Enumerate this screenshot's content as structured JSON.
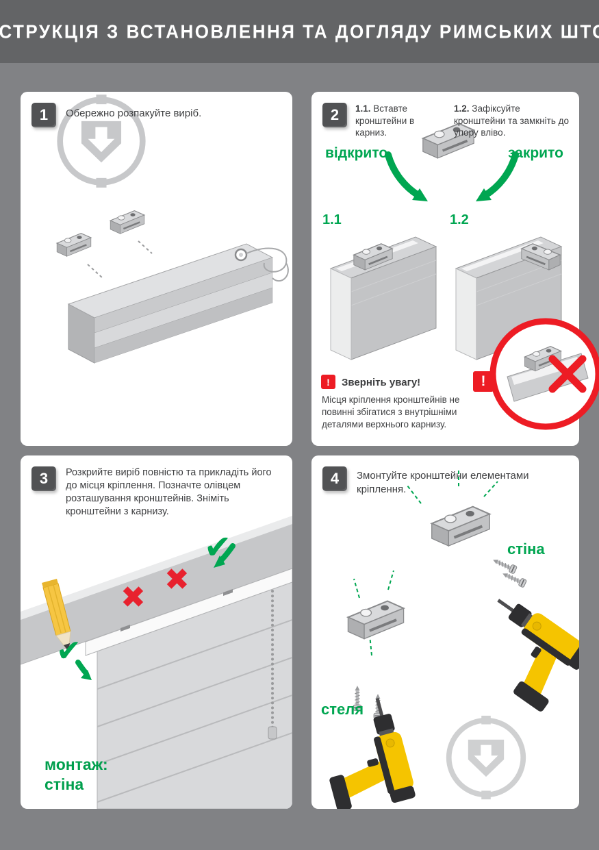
{
  "header": {
    "title": "ІНСТРУКЦІЯ З ВСТАНОВЛЕННЯ ТА ДОГЛЯДУ РИМСЬКИХ ШТОР"
  },
  "icons": {
    "warning": "!",
    "check": "✔",
    "cross": "✖"
  },
  "colors": {
    "background": "#818285",
    "header": "#636466",
    "accent_green": "#00a651",
    "accent_red": "#ed1c24",
    "text": "#3e3f41"
  },
  "steps": {
    "step1": {
      "number": "1",
      "text": "Обережно розпакуйте виріб."
    },
    "step2": {
      "number": "2",
      "instr1_num": "1.1.",
      "instr1_text": "Вставте кронштейни в карниз.",
      "instr2_num": "1.2.",
      "instr2_text": "Зафіксуйте кронштейни та замкніть до упору вліво.",
      "label_open": "відкрито",
      "label_closed": "закрито",
      "fig1_label": "1.1",
      "fig2_label": "1.2",
      "warning_title": "Зверніть увагу!",
      "warning_text": "Місця кріплення кронштейнів не повинні збігатися з внутрішніми деталями верхнього карнизу."
    },
    "step3": {
      "number": "3",
      "text": "Розкрийте виріб повністю та прикладіть його до місця кріплення. Позначте олівцем розташування кронштейнів. Зніміть кронштейни з карнизу.",
      "mount_label_line1": "монтаж:",
      "mount_label_line2": "стіна"
    },
    "step4": {
      "number": "4",
      "text": "Змонтуйте кронштейни елементами кріплення.",
      "label_wall": "стіна",
      "label_ceiling": "стеля"
    }
  }
}
